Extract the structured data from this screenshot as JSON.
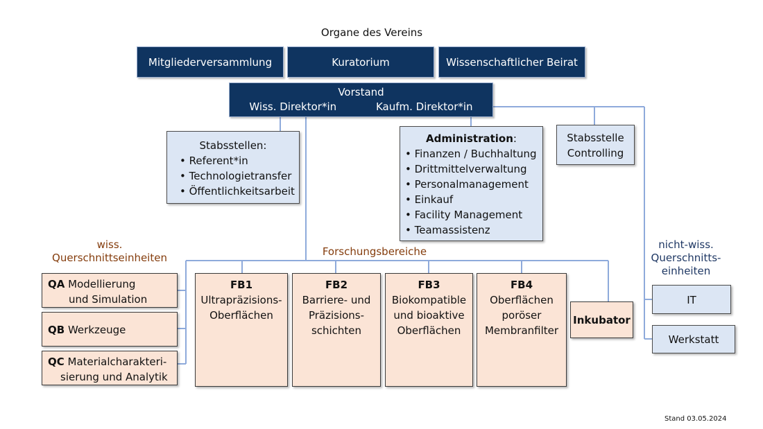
{
  "title": "Organe des Vereins",
  "organs": [
    "Mitgliederversammlung",
    "Kuratorium",
    "Wissenschaftlicher Beirat"
  ],
  "board": {
    "title": "Vorstand",
    "left": "Wiss. Direktor*in",
    "right": "Kaufm. Direktor*in"
  },
  "staff": {
    "title": "Stabsstellen:",
    "items": [
      "Referent*in",
      "Technologietransfer",
      "Öffentlichkeitsarbeit"
    ]
  },
  "admin": {
    "title": "Administration",
    "colon": ":",
    "items": [
      "Finanzen / Buchhaltung",
      "Drittmittelverwaltung",
      "Personalmanagement",
      "Einkauf",
      "Facility Management",
      "Teamassistenz"
    ]
  },
  "controlling": {
    "line1": "Stabsstelle",
    "line2": "Controlling"
  },
  "sci_units": {
    "label_line1": "wiss.",
    "label_line2": "Querschnittseinheiten",
    "items": [
      {
        "code": "QA",
        "line1": "Modellierung",
        "line2": "und Simulation"
      },
      {
        "code": "QB",
        "line1": "Werkzeuge",
        "line2": ""
      },
      {
        "code": "QC",
        "line1": "Materialcharakteri-",
        "line2": "sierung und Analytik"
      }
    ]
  },
  "research": {
    "label": "Forschungsbereiche",
    "areas": [
      {
        "code": "FB1",
        "line1": "Ultrapräzisions-",
        "line2": "Oberflächen",
        "line3": ""
      },
      {
        "code": "FB2",
        "line1": "Barriere- und",
        "line2": "Präzisions-",
        "line3": "schichten"
      },
      {
        "code": "FB3",
        "line1": "Biokompatible",
        "line2": "und bioaktive",
        "line3": "Oberflächen"
      },
      {
        "code": "FB4",
        "line1": "Oberflächen",
        "line2": "poröser",
        "line3": "Membranfilter"
      }
    ],
    "incubator": "Inkubator"
  },
  "nonsci_units": {
    "label_line1": "nicht-wiss.",
    "label_line2": "Querschnitts-",
    "label_line3": "einheiten",
    "items": [
      "IT",
      "Werkstatt"
    ]
  },
  "stand": "Stand 03.05.2024",
  "colors": {
    "dark_box": "#0f3460",
    "light_blue_box": "#dce6f4",
    "peach_box": "#fbe4d6",
    "connector": "#8eaadb",
    "sci_label": "#843c0c",
    "nonsci_label": "#1f3864"
  }
}
